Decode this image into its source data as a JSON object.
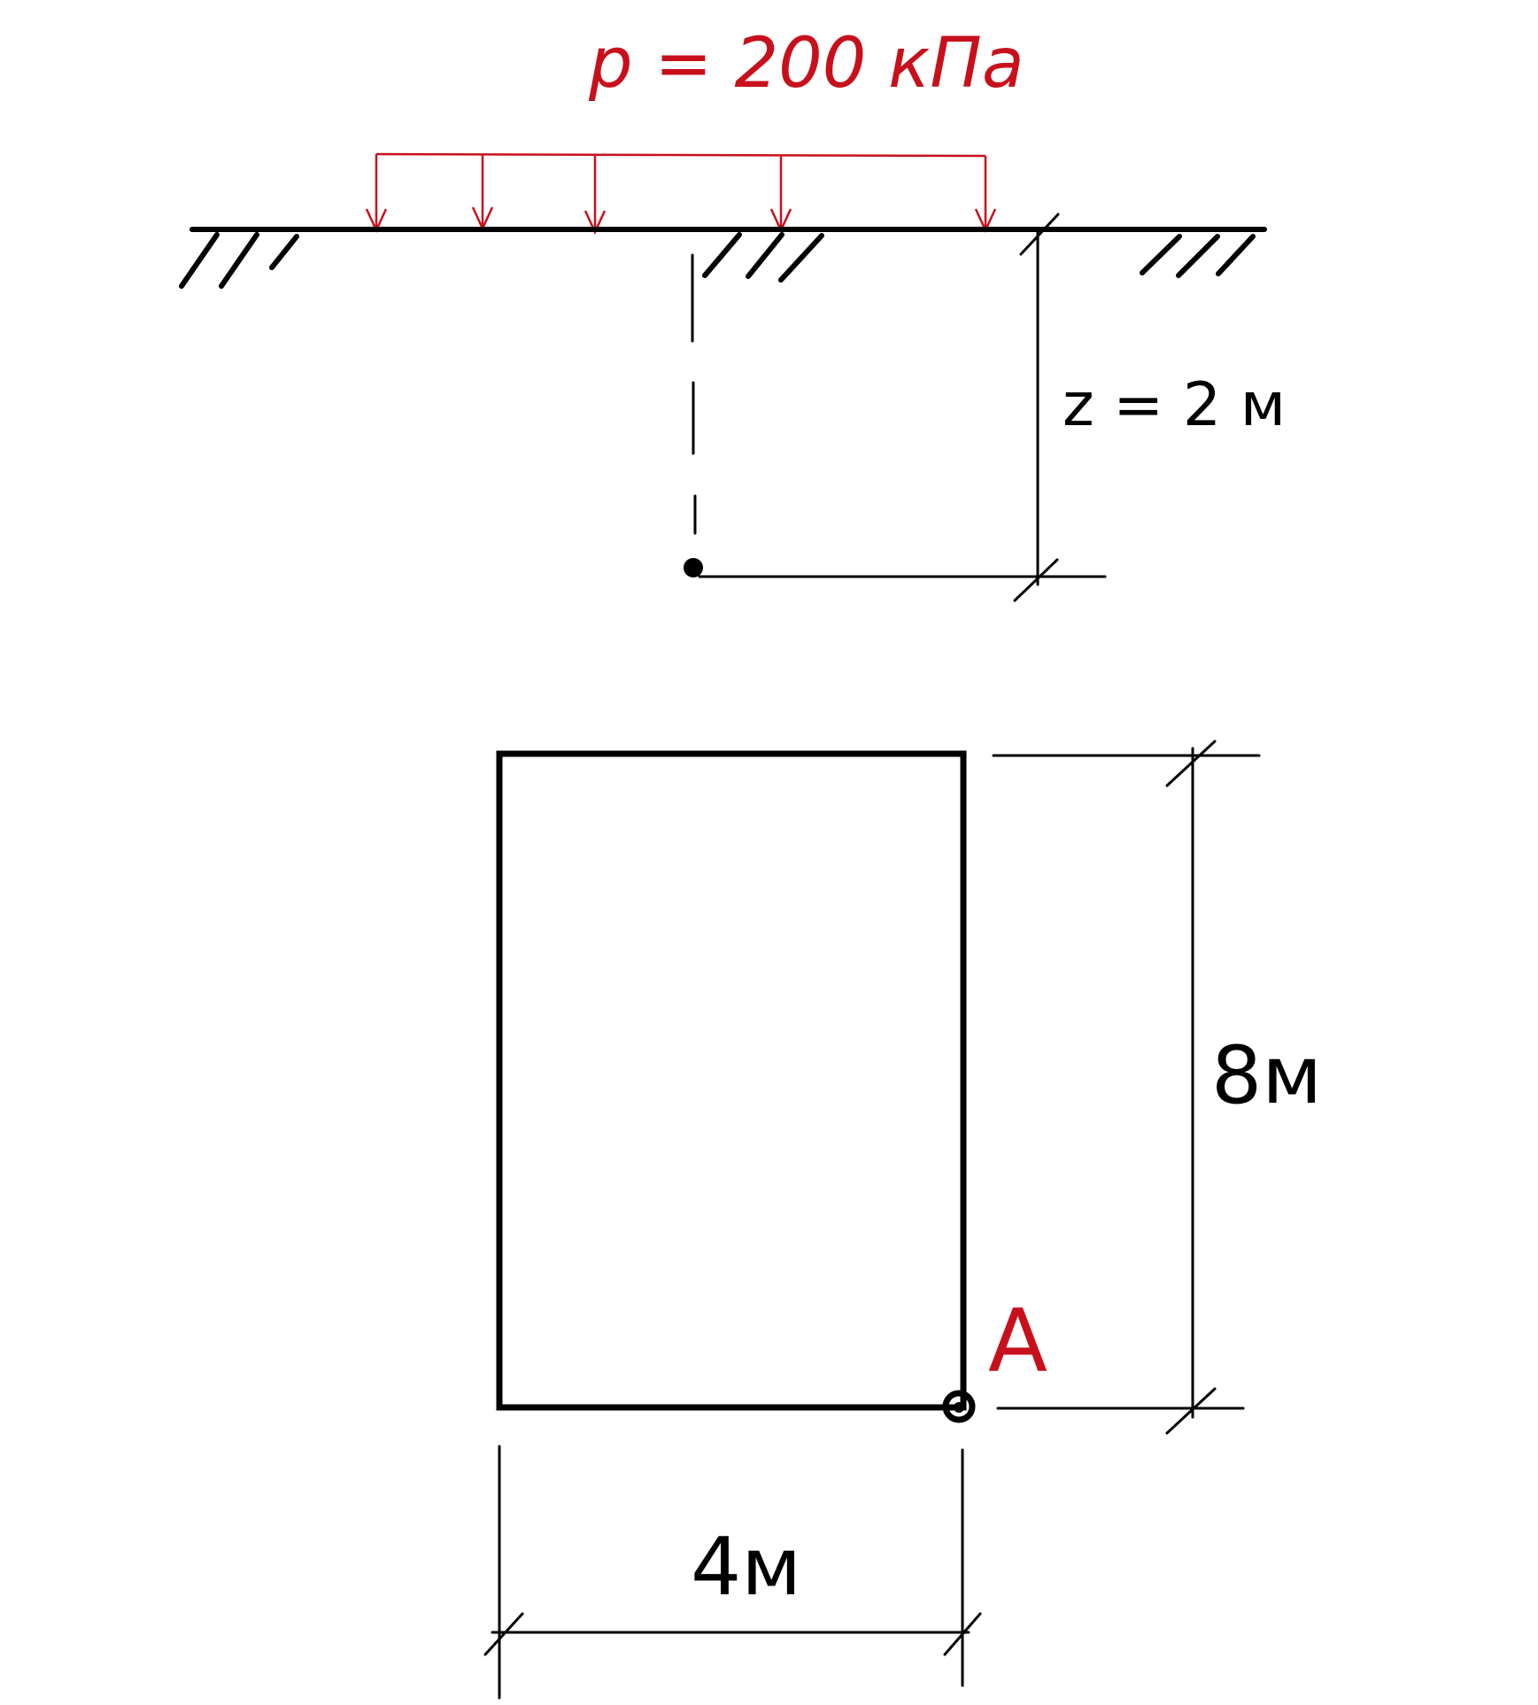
{
  "load": {
    "label": "p = 200 кПа",
    "color": "#c8101c"
  },
  "section": {
    "depth_label": "z = 2 м"
  },
  "plan": {
    "length_label": "8м",
    "width_label": "4м",
    "point_label": "A",
    "point_color": "#c8101c"
  }
}
